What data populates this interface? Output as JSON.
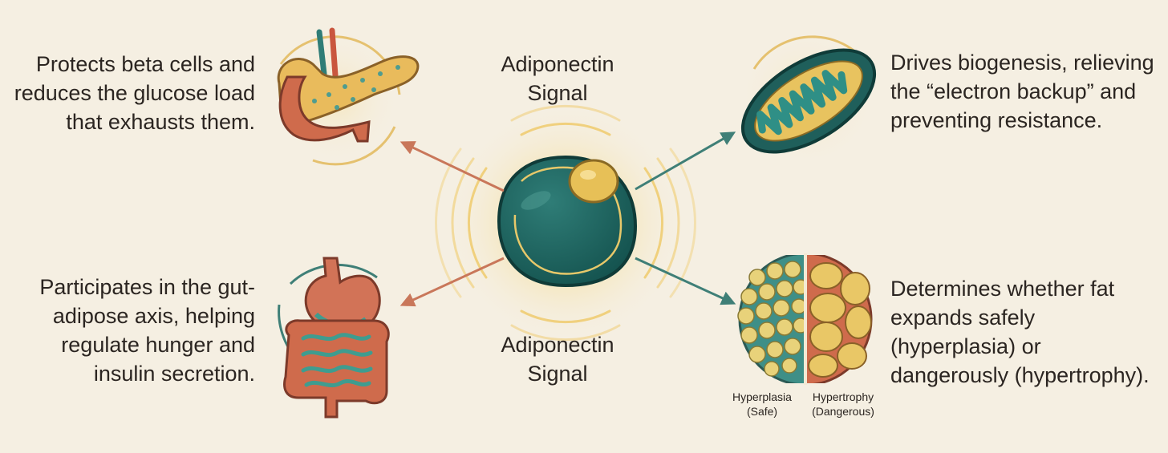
{
  "signal_labels": {
    "top": "Adiponectin Signal",
    "bottom": "Adiponectin Signal"
  },
  "panels": {
    "top_left": {
      "icon": "pancreas-icon",
      "text": "Protects beta cells and reduces the glucose load that exhausts them."
    },
    "bottom_left": {
      "icon": "digestive-tract-icon",
      "text": "Participates in the gut-adipose axis, helping regulate hunger and insulin secretion."
    },
    "top_right": {
      "icon": "mitochondrion-icon",
      "text": "Drives biogenesis, relieving the “electron backup” and preventing resistance."
    },
    "bottom_right": {
      "icon": "fat-cells-comparison-icon",
      "text": "Determines whether fat expands safely (hyperplasia) or dangerously (hypertrophy).",
      "captions": {
        "left": "Hyperplasia (Safe)",
        "right": "Hypertrophy (Dangerous)"
      }
    }
  },
  "center": {
    "icon": "adipocyte-cell-icon"
  },
  "colors": {
    "background": "#f5efe2",
    "cell_teal": "#1f5f5b",
    "arrow_terracotta": "#c9775a",
    "arrow_teal": "#3f7f77",
    "glow_gold": "#f0c96a"
  }
}
